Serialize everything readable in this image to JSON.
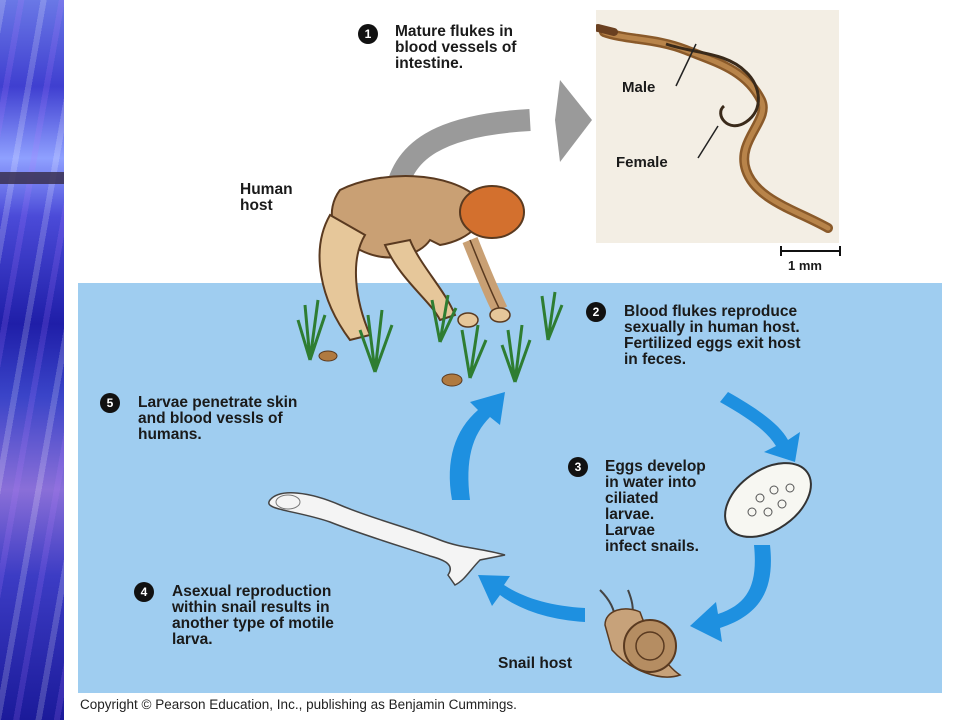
{
  "step1": {
    "number": "1",
    "text": "Mature flukes in\nblood vessels of\nintestine."
  },
  "step2": {
    "number": "2",
    "text": "Blood flukes reproduce\nsexually in human host.\nFertilized eggs exit host\nin feces."
  },
  "step3": {
    "number": "3",
    "text": "Eggs develop\nin water into\nciliated\nlarvae.\nLarvae\ninfect snails."
  },
  "step4": {
    "number": "4",
    "text": "Asexual reproduction\nwithin snail results in\nanother type of motile\nlarva."
  },
  "step5": {
    "number": "5",
    "text": "Larvae penetrate skin\nand blood vessls of\nhumans."
  },
  "labels": {
    "human_host": "Human\nhost",
    "snail_host": "Snail host",
    "male": "Male",
    "female": "Female",
    "scale": "1 mm"
  },
  "copyright": "Copyright © Pearson Education, Inc., publishing as Benjamin Cummings.",
  "colors": {
    "water": "#9fcdf0",
    "cycle_arrow": "#1e90e0",
    "gray_arrow": "#9a9a9a"
  }
}
